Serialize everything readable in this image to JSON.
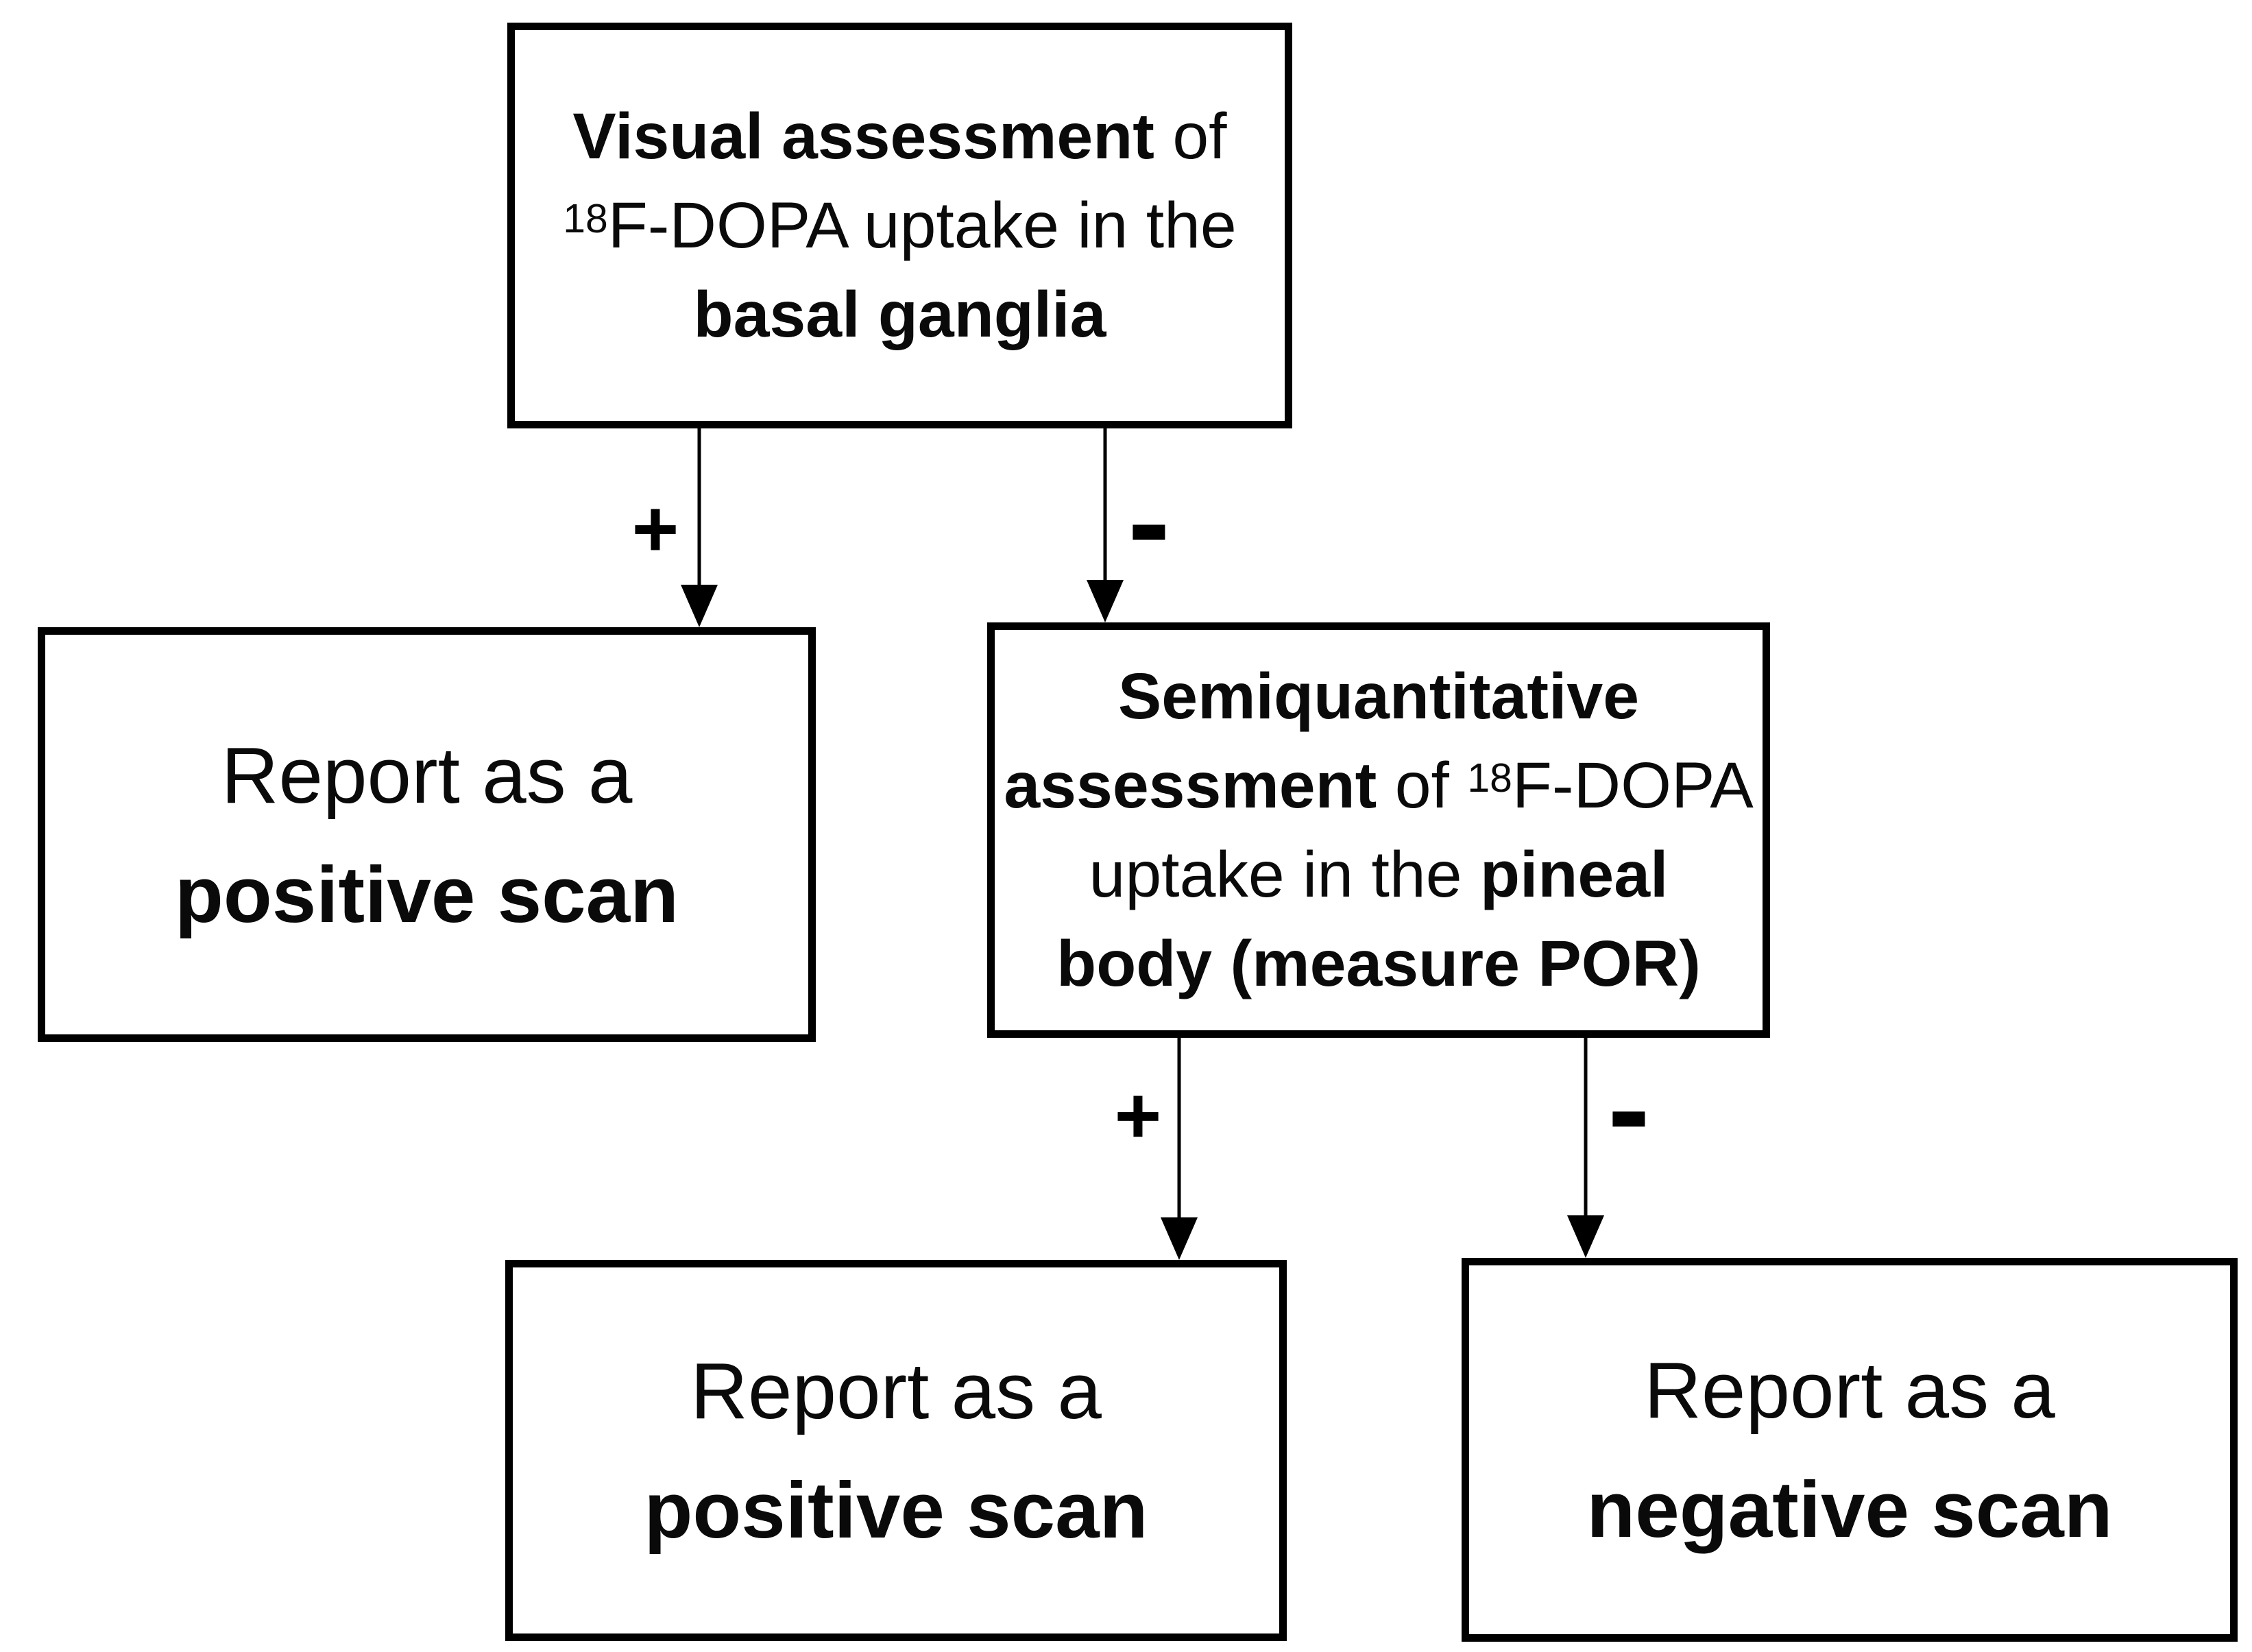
{
  "colors": {
    "background": "#ffffff",
    "line": "#000000",
    "text": "#0a0a0a"
  },
  "nodes": {
    "visual_assessment": {
      "line1_bold": "Visual assessment",
      "line1_rest": " of",
      "line2_sup": "18",
      "line2_rest": "F-DOPA uptake in the",
      "line3_bold": "basal ganglia"
    },
    "report_positive_left": {
      "line1": "Report as a",
      "line2_bold": "positive scan"
    },
    "semiquantitative": {
      "line1_bold": "Semiquantitative",
      "line2_bold": "assessment",
      "line2_mid": " of ",
      "line2_sup": "18",
      "line2_rest": "F-DOPA",
      "line3_rest": "uptake in the ",
      "line3_bold": "pineal",
      "line4_bold": "body (measure POR)"
    },
    "report_positive_bottom": {
      "line1": "Report as a",
      "line2_bold": "positive scan"
    },
    "report_negative": {
      "line1": "Report as a",
      "line2_bold": "negative scan"
    }
  },
  "edge_labels": {
    "visual_plus": "+",
    "visual_minus": "-",
    "semiquant_plus": "+",
    "semiquant_minus": "-"
  }
}
